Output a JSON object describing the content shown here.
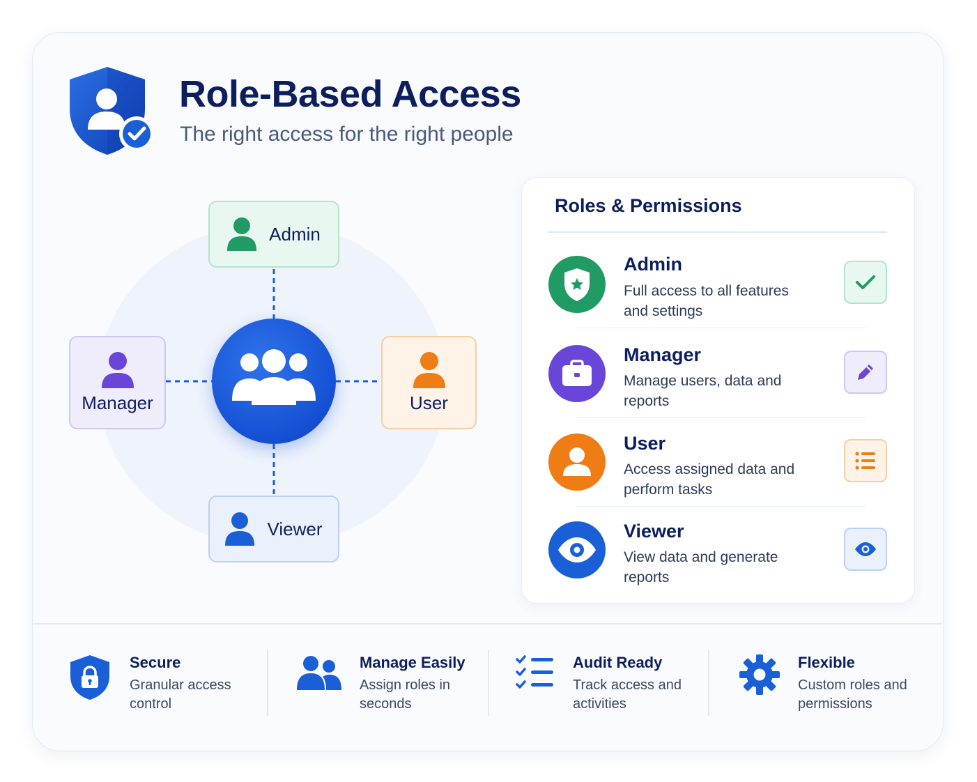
{
  "header": {
    "title": "Role-Based Access",
    "subtitle": "The right access for the right people",
    "logo_icon": "shield-user-check-icon"
  },
  "diagram": {
    "hub_icon": "group-icon",
    "nodes": [
      {
        "label": "Admin",
        "color": "#1f9b63"
      },
      {
        "label": "Manager",
        "color": "#6a46d8"
      },
      {
        "label": "User",
        "color": "#f07c15"
      },
      {
        "label": "Viewer",
        "color": "#1a5fd6"
      }
    ]
  },
  "panel": {
    "title": "Roles & Permissions",
    "roles": [
      {
        "name": "Admin",
        "description": "Full access to all features and settings",
        "color": "#1f9b63",
        "icon": "shield-star-icon",
        "action_icon": "check-icon"
      },
      {
        "name": "Manager",
        "description": "Manage users, data and reports",
        "color": "#6a46d8",
        "icon": "briefcase-icon",
        "action_icon": "pencil-icon"
      },
      {
        "name": "User",
        "description": "Access assigned data and perform tasks",
        "color": "#f07c15",
        "icon": "user-icon",
        "action_icon": "list-icon"
      },
      {
        "name": "Viewer",
        "description": "View data and generate reports",
        "color": "#1a5fd6",
        "icon": "eye-icon",
        "action_icon": "eye-icon"
      }
    ]
  },
  "features": [
    {
      "title": "Secure",
      "description": "Granular access control",
      "icon": "shield-lock-icon"
    },
    {
      "title": "Manage Easily",
      "description": "Assign roles in seconds",
      "icon": "users-icon"
    },
    {
      "title": "Audit Ready",
      "description": "Track access and activities",
      "icon": "checklist-icon"
    },
    {
      "title": "Flexible",
      "description": "Custom roles and permissions",
      "icon": "gear-icon"
    }
  ],
  "colors": {
    "primary": "#1a5fd6",
    "navy": "#0c1f5c",
    "admin": "#1f9b63",
    "manager": "#6a46d8",
    "user": "#f07c15",
    "viewer": "#1a5fd6"
  }
}
